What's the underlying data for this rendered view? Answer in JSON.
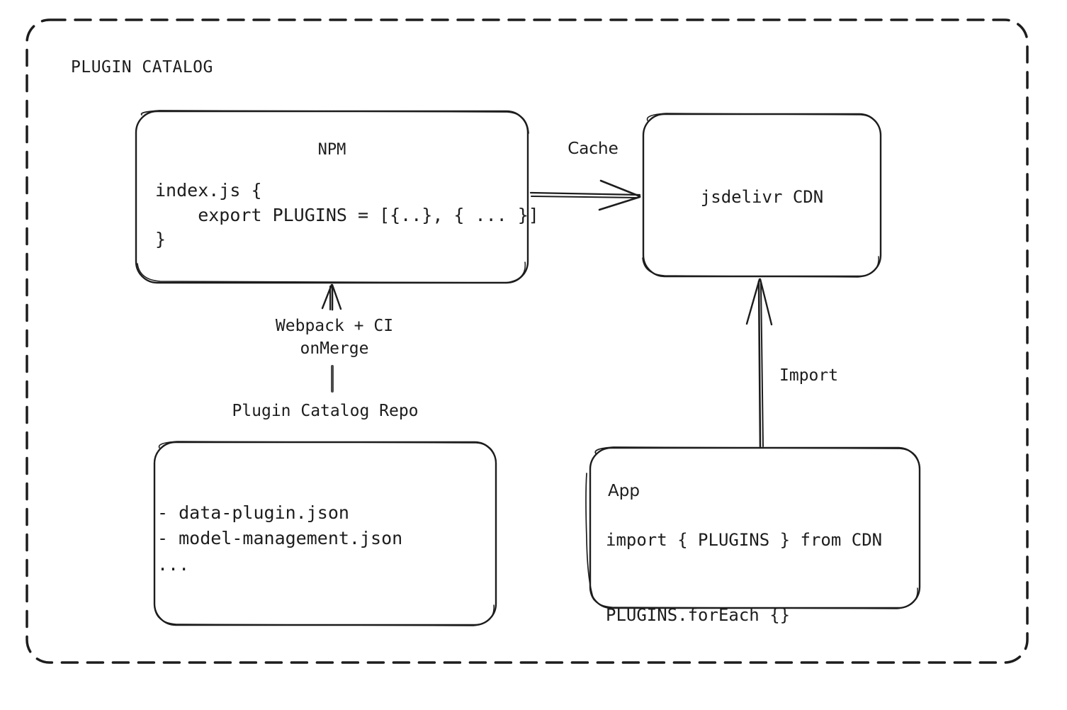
{
  "diagram": {
    "title": "PLUGIN CATALOG",
    "background": "#ffffff",
    "stroke_color": "#1d1d1d",
    "nodes": {
      "npm": {
        "title": "NPM",
        "code": "index.js {\n    export PLUGINS = [{..}, { ... }]\n}"
      },
      "cdn": {
        "title": "jsdelivr CDN"
      },
      "repo": {
        "label": "Plugin Catalog Repo",
        "items": "- data-plugin.json\n- model-management.json\n..."
      },
      "app": {
        "title": "App",
        "code": "import { PLUGINS } from CDN\n\nPLUGINS.forEach {}"
      }
    },
    "edges": {
      "cache": "Cache",
      "build": "Webpack + CI\nonMerge",
      "import": "Import"
    }
  }
}
